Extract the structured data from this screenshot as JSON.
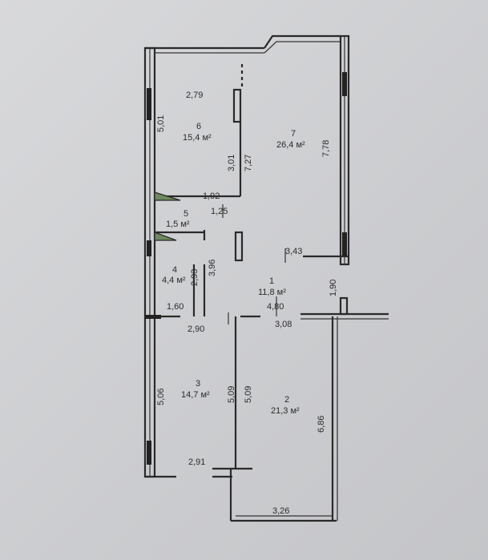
{
  "rooms": [
    {
      "id": "1",
      "area": "11,8 м²"
    },
    {
      "id": "2",
      "area": "21,3 м²"
    },
    {
      "id": "3",
      "area": "14,7 м²"
    },
    {
      "id": "4",
      "area": "4,4 м²"
    },
    {
      "id": "5",
      "area": "1,5 м²"
    },
    {
      "id": "6",
      "area": "15,4 м²"
    },
    {
      "id": "7",
      "area": "26,4 м²"
    }
  ],
  "dimensions": {
    "d_2_79": "2,79",
    "d_5_01": "5,01",
    "d_3_01": "3,01",
    "d_7_27": "7,27",
    "d_7_78": "7,78",
    "d_1_92": "1,92",
    "d_1_25": "1,25",
    "d_3_43": "3,43",
    "d_3_96": "3,96",
    "d_2_93": "2,93",
    "d_1_90": "1,90",
    "d_4_80": "4,80",
    "d_1_60": "1,60",
    "d_3_08": "3,08",
    "d_2_90": "2,90",
    "d_5_06": "5,06",
    "d_5_09a": "5,09",
    "d_5_09b": "5,09",
    "d_6_86": "6,86",
    "d_2_91": "2,91",
    "d_3_26": "3,26"
  }
}
